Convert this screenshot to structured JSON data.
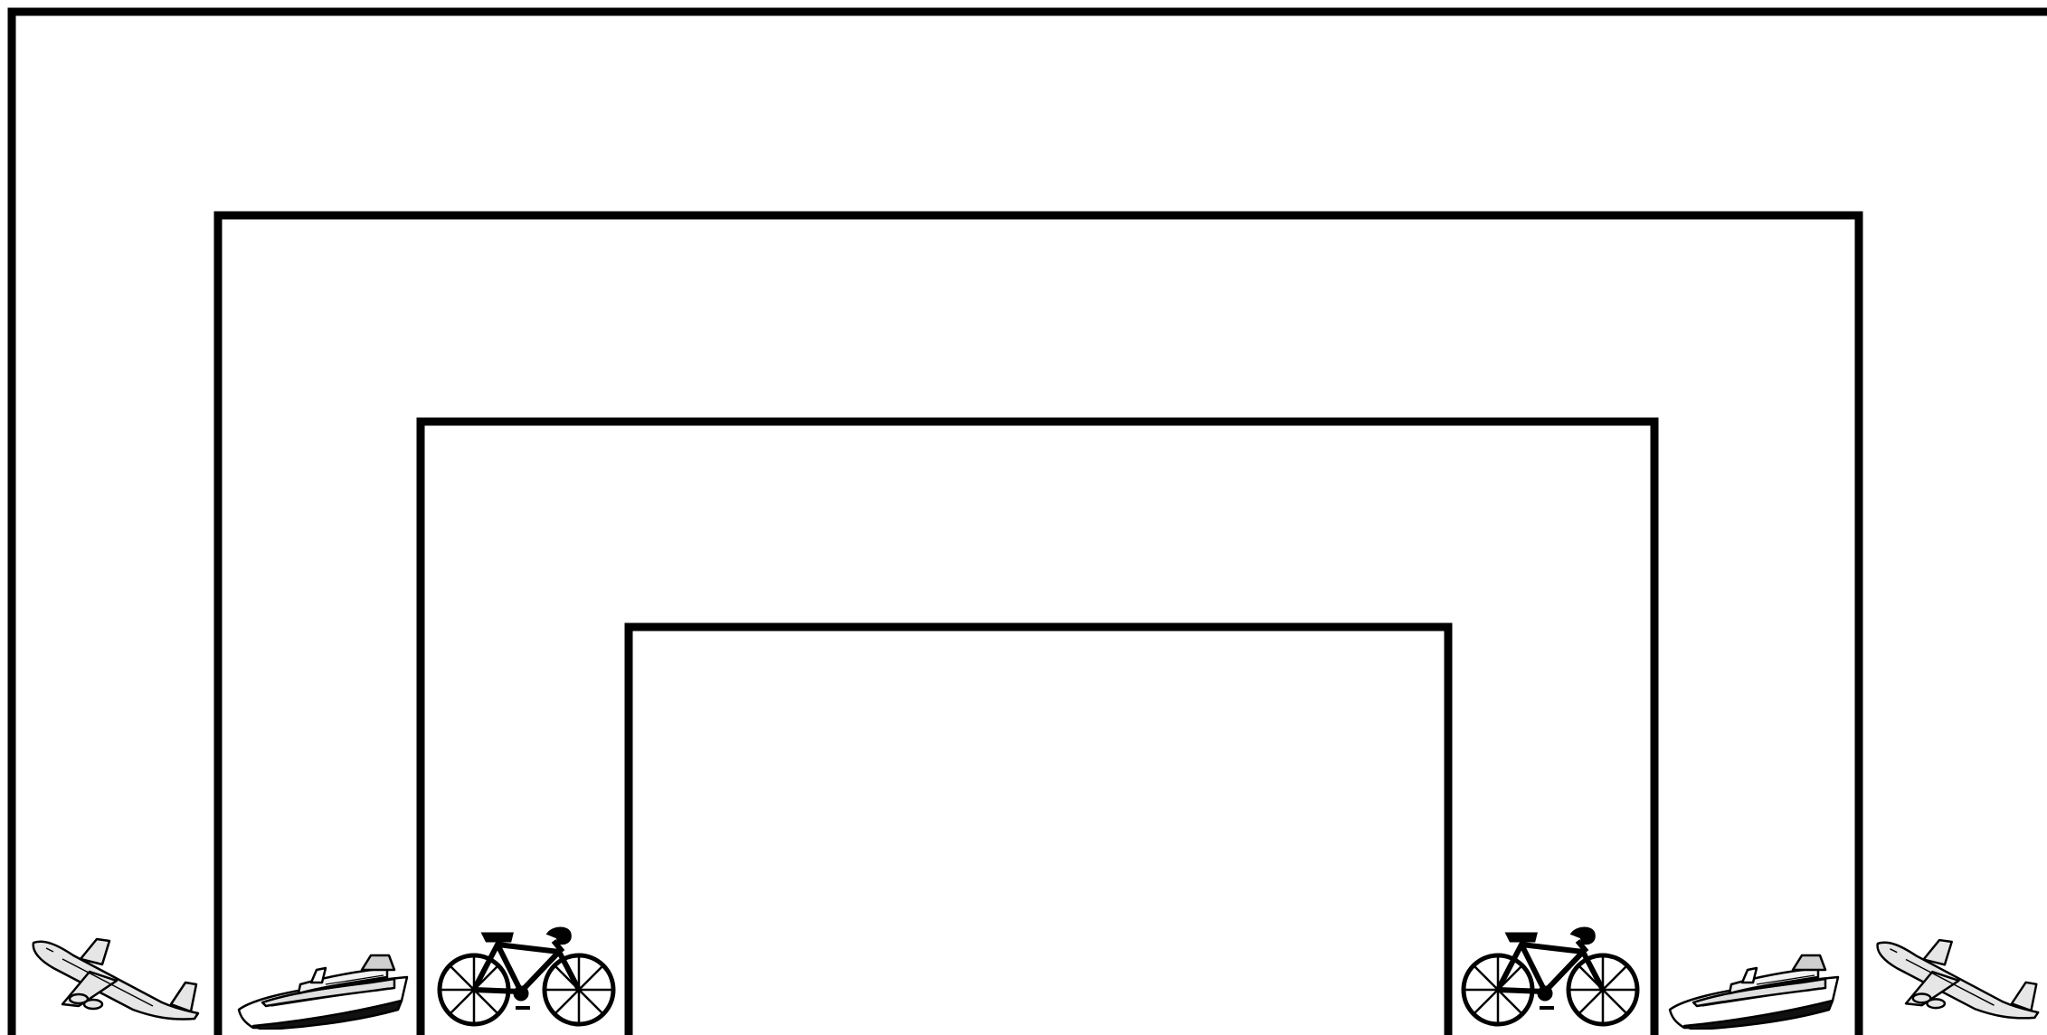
{
  "page": {
    "description_free": true
  },
  "colors": {
    "line": "#000000",
    "background": "#ffffff",
    "icon_fill": "#d9d9d9"
  },
  "tracks": [
    {
      "name": "outer-track",
      "left_icon": "airplane-icon",
      "right_icon": "airplane-icon"
    },
    {
      "name": "second-track",
      "left_icon": "cruise-ship-icon",
      "right_icon": "cruise-ship-icon"
    },
    {
      "name": "third-track",
      "left_icon": "bicycle-icon",
      "right_icon": "bicycle-icon"
    },
    {
      "name": "inner-track",
      "left_icon": null,
      "right_icon": null
    }
  ]
}
